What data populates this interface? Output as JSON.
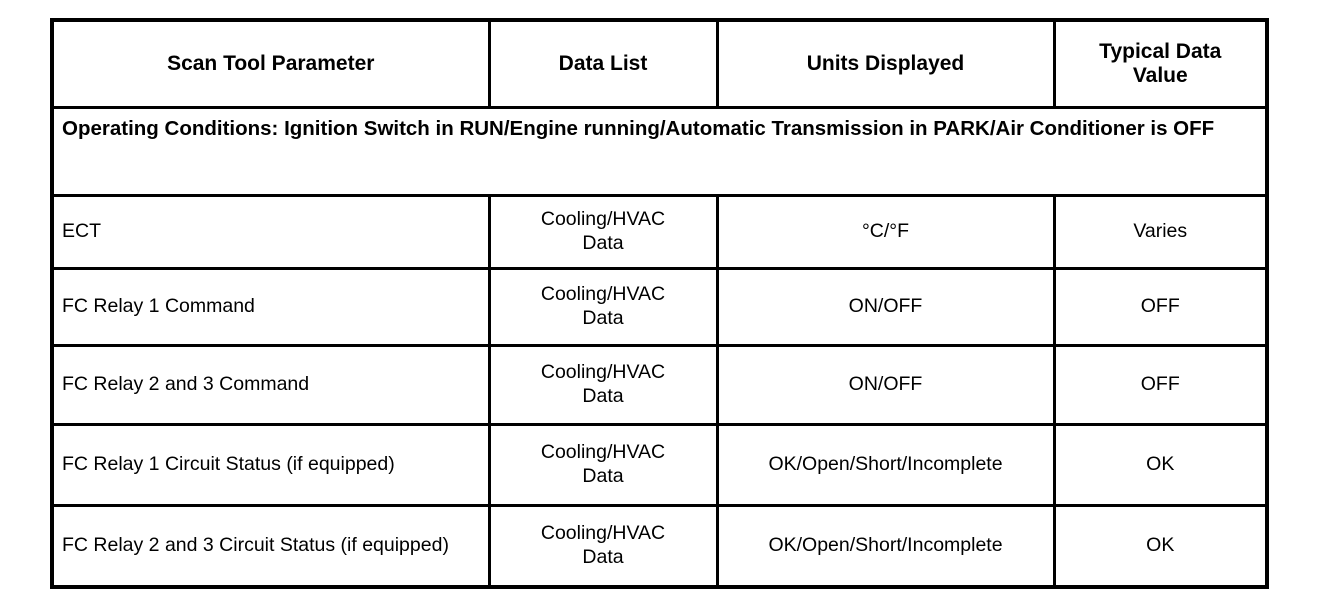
{
  "table": {
    "columns": [
      {
        "id": "scan_tool_parameter",
        "label": "Scan Tool Parameter"
      },
      {
        "id": "data_list",
        "label": "Data List"
      },
      {
        "id": "units_displayed",
        "label": "Units Displayed"
      },
      {
        "id": "typical_data_value",
        "label": "Typical Data Value"
      }
    ],
    "operating_conditions": "Operating Conditions: Ignition Switch in RUN/Engine running/Automatic Transmission in PARK/Air Conditioner is OFF",
    "rows": [
      {
        "parameter": "ECT",
        "data_list": "Cooling/HVAC Data",
        "units": "°C/°F",
        "typical_value": "Varies"
      },
      {
        "parameter": "FC Relay 1 Command",
        "data_list": "Cooling/HVAC Data",
        "units": "ON/OFF",
        "typical_value": "OFF"
      },
      {
        "parameter": "FC Relay 2 and 3 Command",
        "data_list": "Cooling/HVAC Data",
        "units": "ON/OFF",
        "typical_value": "OFF"
      },
      {
        "parameter": "FC Relay 1 Circuit Status (if equipped)",
        "data_list": "Cooling/HVAC Data",
        "units": "OK/Open/Short/Incomplete",
        "typical_value": "OK"
      },
      {
        "parameter": "FC Relay 2 and 3 Circuit Status (if equipped)",
        "data_list": "Cooling/HVAC Data",
        "units": "OK/Open/Short/Incomplete",
        "typical_value": "OK"
      }
    ]
  },
  "colors": {
    "border": "#000000",
    "text": "#000000",
    "background": "#ffffff"
  }
}
